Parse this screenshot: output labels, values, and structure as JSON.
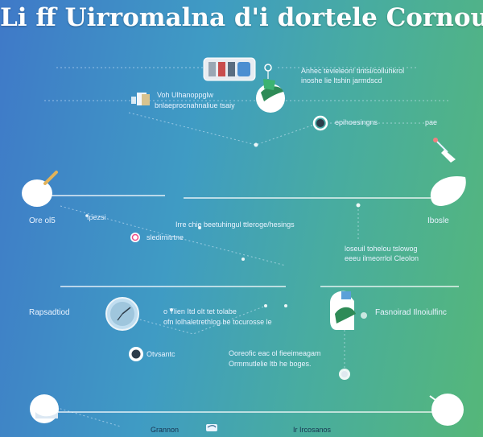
{
  "title": "Li ff Uirromalna d'i dortele Cornouling",
  "colors": {
    "gradient_left": "#3f79c8",
    "gradient_right": "#55b779",
    "line": "#ffffff",
    "node_fill": "#ffffff",
    "ring_pink": "#f04f8b",
    "ring_dark": "#2d3c4a",
    "leaf_green": "#2e8b57"
  },
  "labels": {
    "top_right_l1": "Anhec tevieleon! tintsi/colluhkrol",
    "top_right_l2": "inoshe lie ltshin jarmdscd",
    "mid_left_l1": "Voh Ulhanoppglw",
    "mid_left_l2": "bnlaeprocnahnaliue tsaiy",
    "ring_right": "epihoesingns",
    "far_right": "pae",
    "left_node": "Ore ol5",
    "left_small": "Ipezsi",
    "center_l1": "Irre chie beetuhingul ttleroge/hesings",
    "right_node": "Ibosle",
    "ring_left": "sledimitrtne",
    "right_mid_l1": "loseuil tohelou tslowog",
    "right_mid_l2": "eeeu ilmeorrlol Cleolon",
    "row3_left": "Rapsadtiod",
    "row3_mid_l1": "o Tlien Itd olt tet tolabe",
    "row3_mid_l2": "ofn lolhaletrethlog be tocurosse le",
    "row3_right": "Fasnoirad Ilnoiulfinc",
    "ring_bottom": "Otvsantc",
    "row4_mid_l1": "Ooreofic eac ol fieeimeagam",
    "row4_mid_l2": "Ormmutlelie ltb he boges.",
    "bottom_left": "Grannon",
    "bottom_mid": "Ir Ircosanos"
  }
}
